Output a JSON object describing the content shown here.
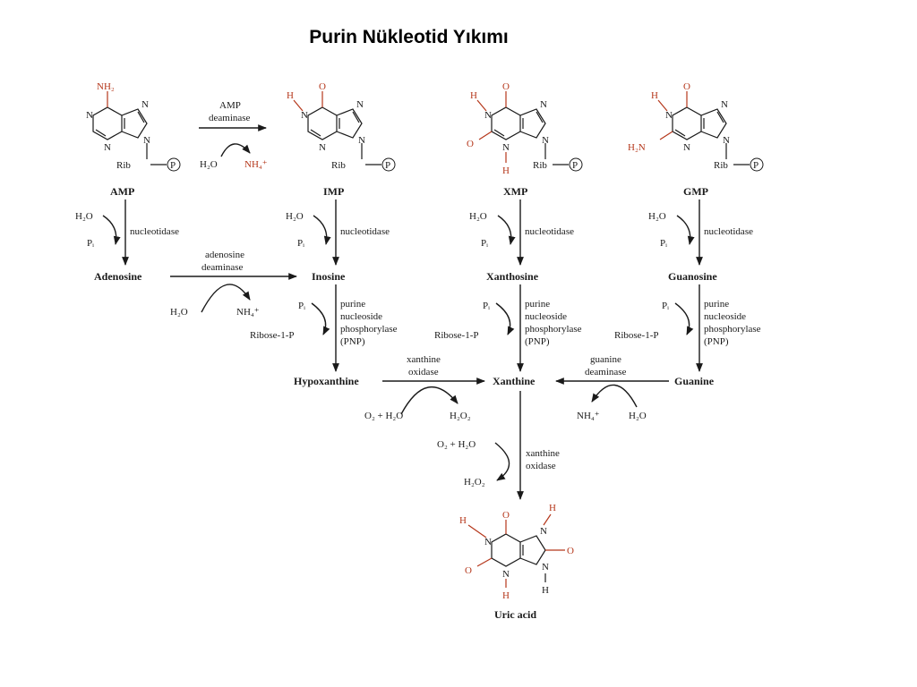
{
  "title": "Purin Nükleotid Yıkımı",
  "compounds": {
    "amp": "AMP",
    "imp": "IMP",
    "xmp": "XMP",
    "gmp": "GMP",
    "adenosine": "Adenosine",
    "inosine": "Inosine",
    "xanthosine": "Xanthosine",
    "guanosine": "Guanosine",
    "hypoxanthine": "Hypoxanthine",
    "xanthine": "Xanthine",
    "guanine": "Guanine",
    "uric_acid": "Uric acid"
  },
  "enzymes": {
    "amp_deaminase": [
      "AMP",
      "deaminase"
    ],
    "nucleotidase": "nucleotidase",
    "adenosine_deaminase": [
      "adenosine",
      "deaminase"
    ],
    "pnp": [
      "purine",
      "nucleoside",
      "phosphorylase",
      "(PNP)"
    ],
    "xanthine_oxidase": [
      "xanthine",
      "oxidase"
    ],
    "guanine_deaminase": [
      "guanine",
      "deaminase"
    ]
  },
  "reagents": {
    "h2o": "H₂O",
    "nh4": "NH₄⁺",
    "pi": "Pᵢ",
    "ribose1p": "Ribose-1-P",
    "o2_h2o": "O₂ + H₂O",
    "h2o2": "H₂O₂"
  },
  "atoms": {
    "n": "N",
    "o": "O",
    "h": "H",
    "nh2": "NH₂",
    "h2n": "H₂N",
    "rib": "Rib",
    "p": "P"
  }
}
